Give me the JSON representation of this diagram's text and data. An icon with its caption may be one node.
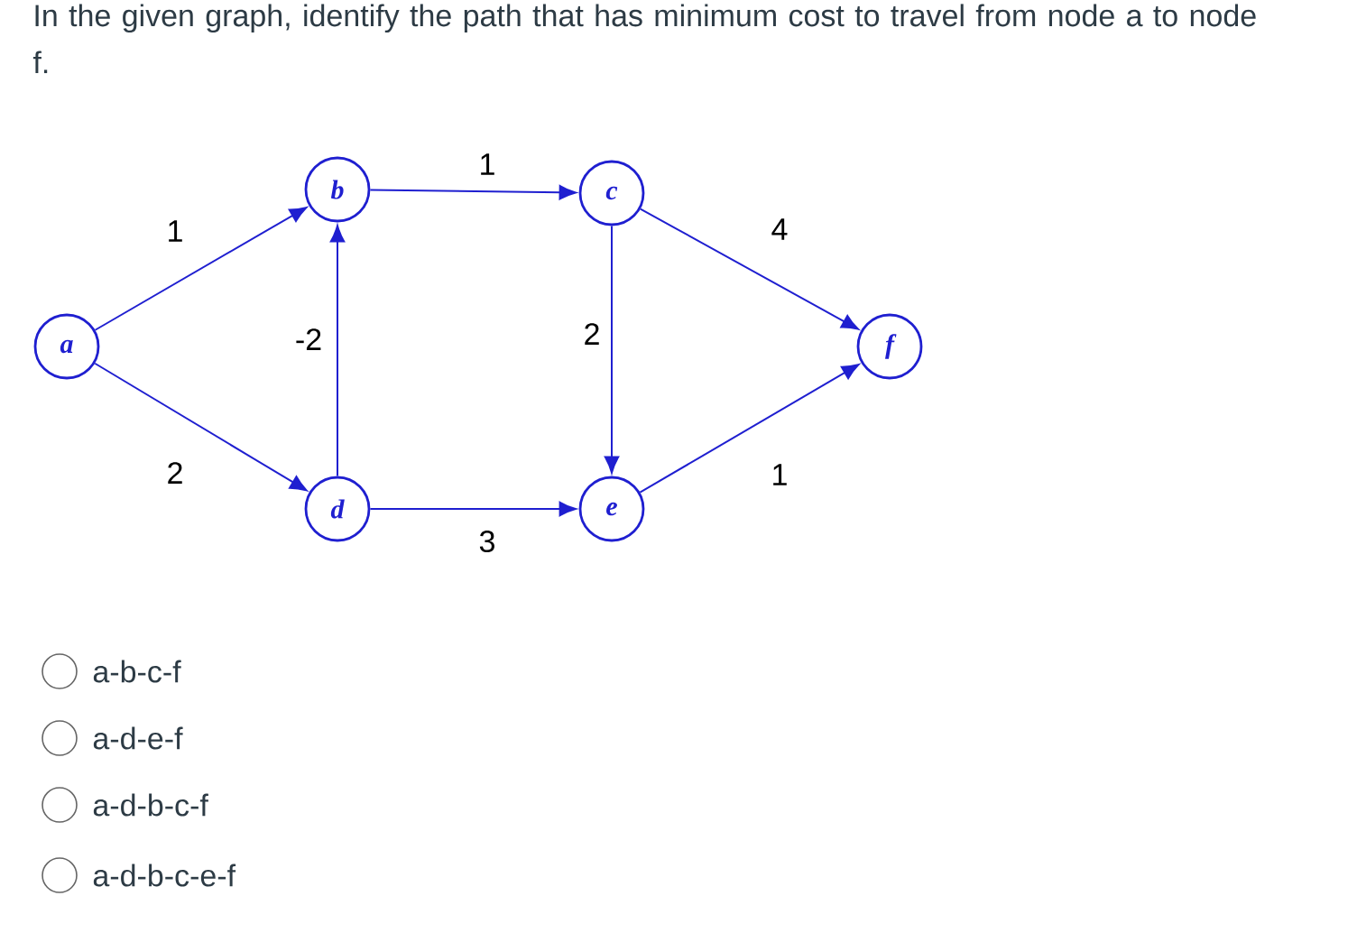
{
  "diagram": {
    "title": "In the given graph, identify the path that has minimum cost to travel from node a to node f.",
    "nodes": [
      {
        "text": [
          "a"
        ]
      },
      {
        "text": [
          "b"
        ]
      },
      {
        "text": [
          "c"
        ]
      },
      {
        "text": [
          "d"
        ]
      },
      {
        "text": [
          "e"
        ]
      },
      {
        "text": [
          "f"
        ]
      }
    ],
    "edges": [
      {
        "from": 0,
        "to": 1,
        "arrow": "to",
        "label": "1"
      },
      {
        "from": 0,
        "to": 3,
        "arrow": "to",
        "label": "2"
      },
      {
        "from": 1,
        "to": 2,
        "arrow": "to",
        "label": "1"
      },
      {
        "from": 3,
        "to": 1,
        "arrow": "to",
        "label": "-2"
      },
      {
        "from": 2,
        "to": 4,
        "arrow": "to",
        "label": "2"
      },
      {
        "from": 3,
        "to": 4,
        "arrow": "to",
        "label": "3"
      },
      {
        "from": 2,
        "to": 5,
        "arrow": "to",
        "label": "4"
      },
      {
        "from": 4,
        "to": 5,
        "arrow": "to",
        "label": "1"
      }
    ],
    "labels": [
      "a-b-c-f",
      "a-d-e-f",
      "a-d-b-c-f",
      "a-d-b-c-e-f"
    ]
  }
}
